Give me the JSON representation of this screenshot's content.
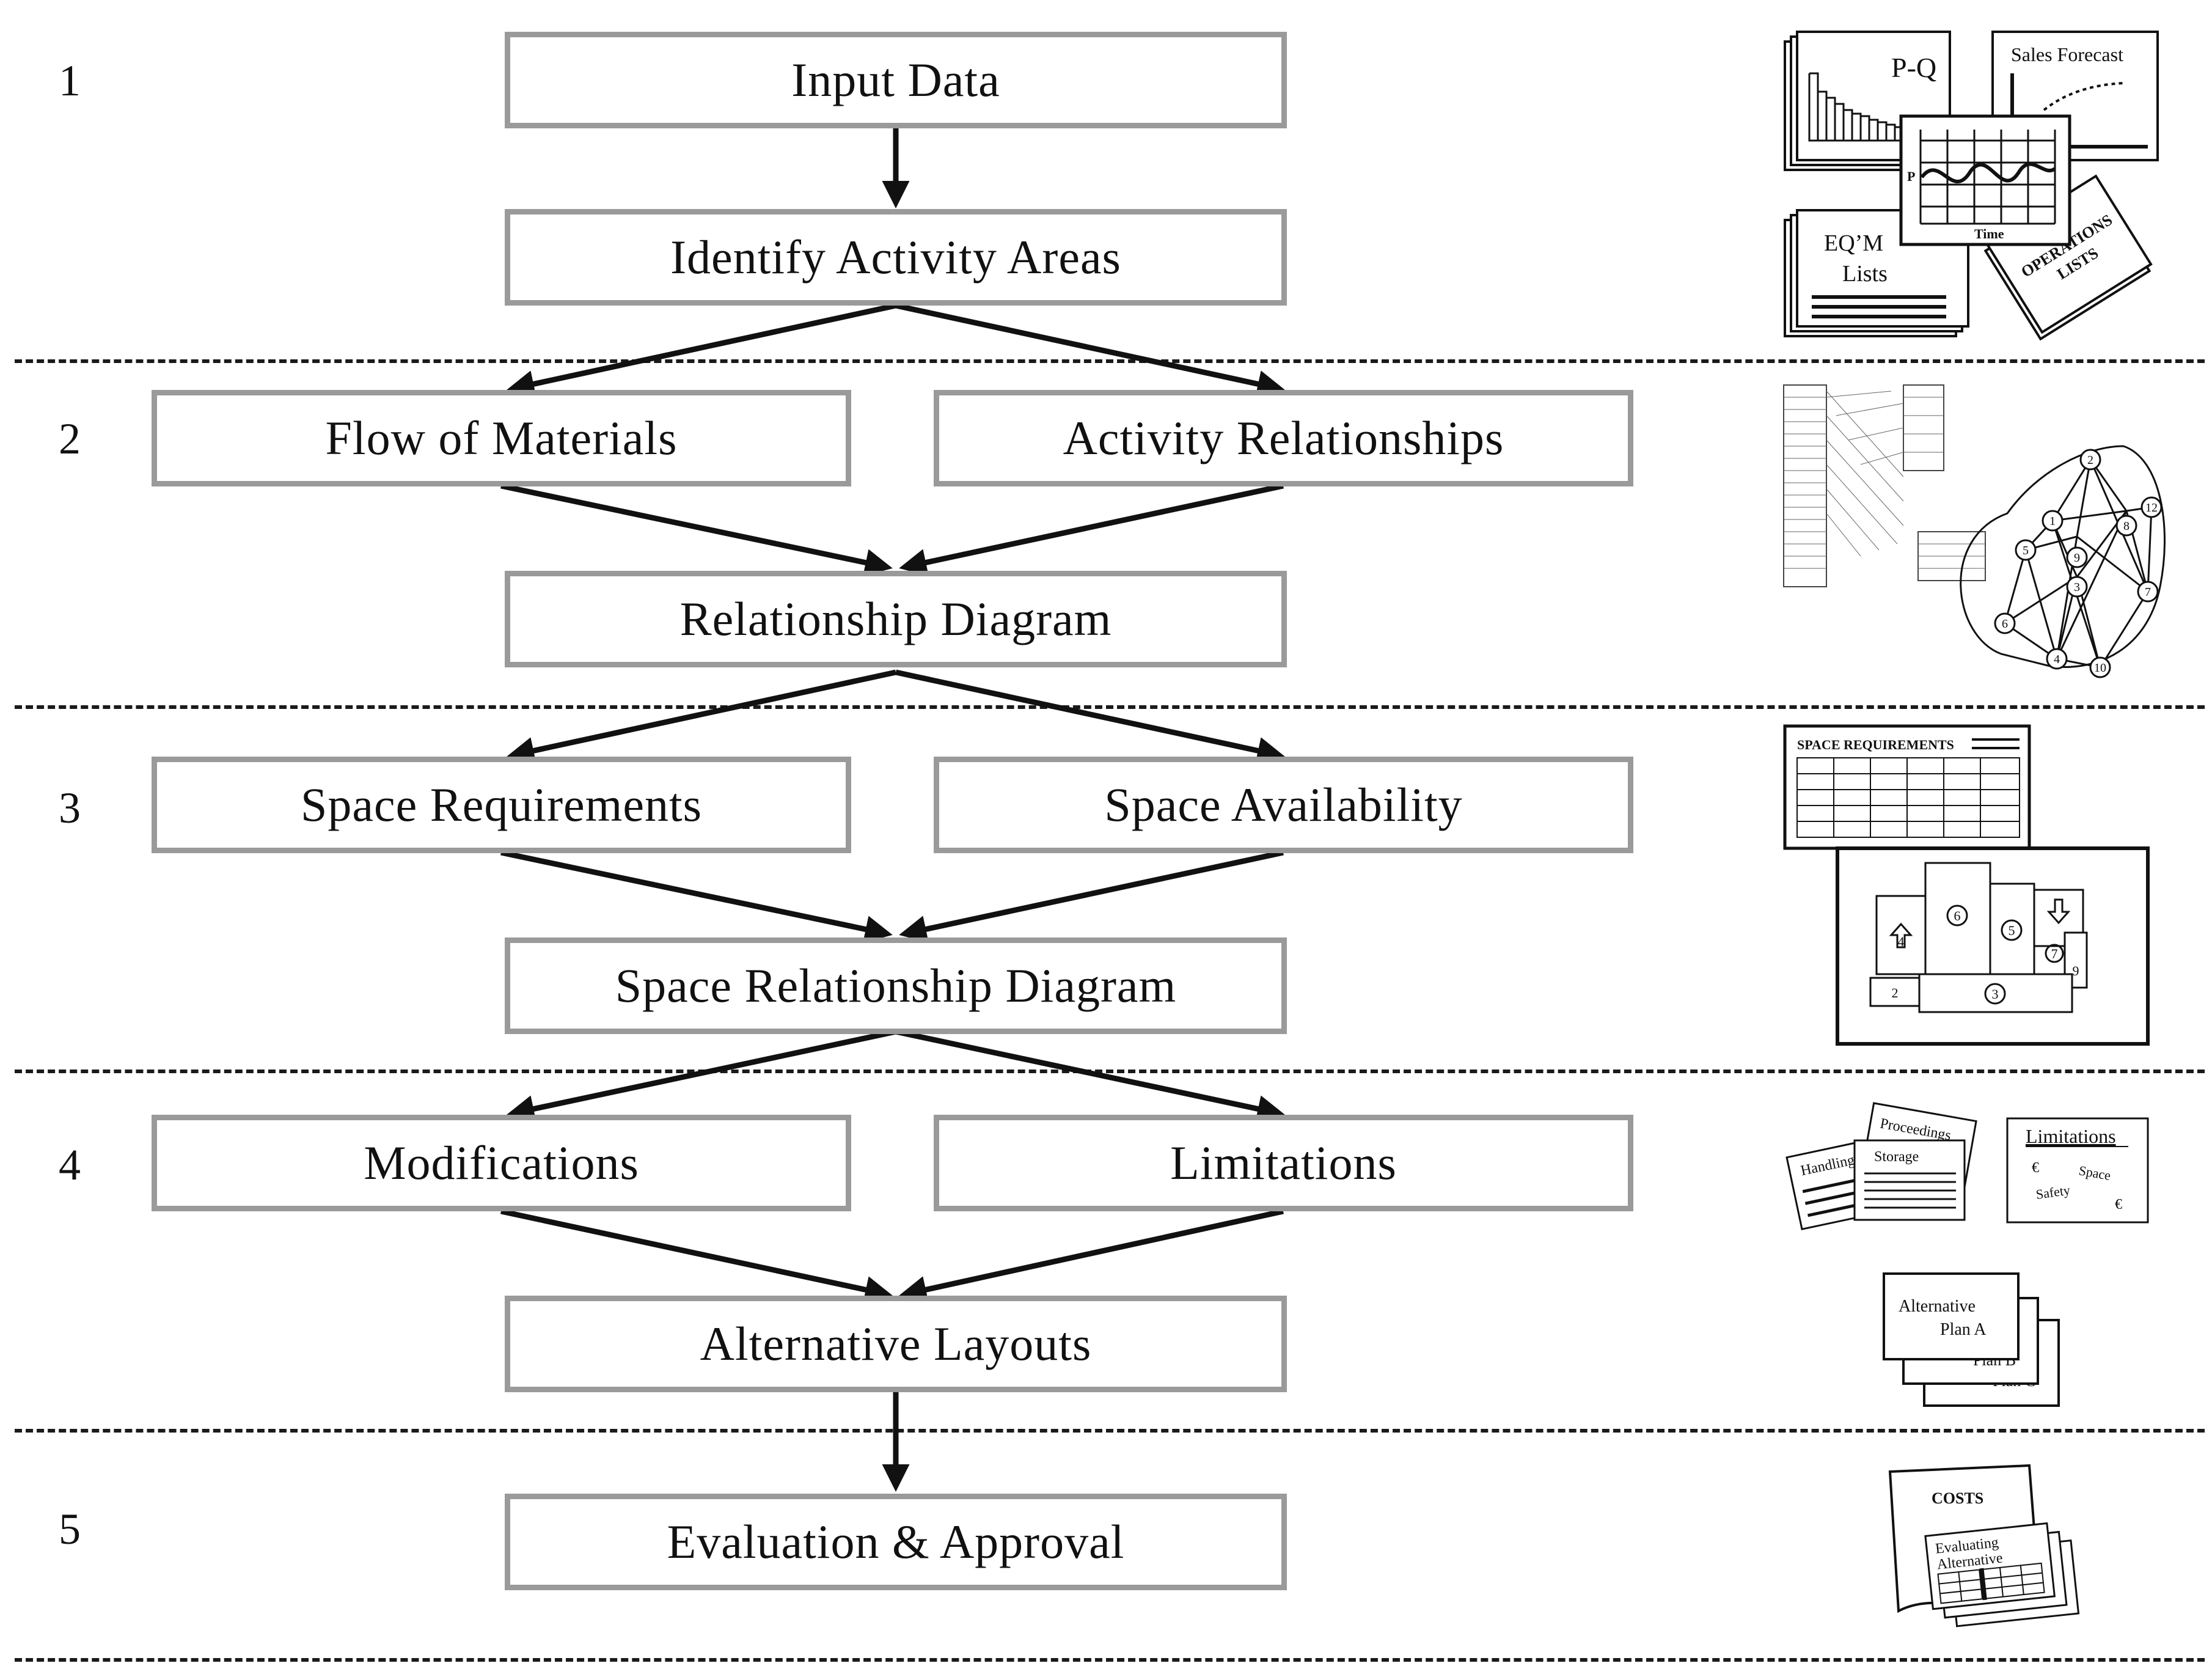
{
  "steps": [
    "1",
    "2",
    "3",
    "4",
    "5"
  ],
  "boxes": {
    "input_data": "Input Data",
    "identify_activity_areas": "Identify Activity Areas",
    "flow_of_materials": "Flow of Materials",
    "activity_relationships": "Activity Relationships",
    "relationship_diagram": "Relationship Diagram",
    "space_requirements": "Space Requirements",
    "space_availability": "Space Availability",
    "space_relationship_diagram": "Space Relationship Diagram",
    "modifications": "Modifications",
    "limitations": "Limitations",
    "alternative_layouts": "Alternative Layouts",
    "evaluation_approval": "Evaluation & Approval"
  },
  "illustrations": {
    "input": {
      "pq": "P-Q",
      "sales_forecast": "Sales Forecast",
      "p_axis": "P",
      "time_axis": "Time",
      "eqm": "EQ’M",
      "lists": "Lists",
      "operations": "OPERATIONS",
      "operations_lists": "LISTS"
    },
    "network_nodes": [
      "2",
      "12",
      "1",
      "8",
      "5",
      "9",
      "3",
      "7",
      "6",
      "4",
      "10"
    ],
    "space_requirements_title": "SPACE REQUIREMENTS",
    "floor_plan_labels": [
      "6",
      "5",
      "4",
      "7",
      "9",
      "2",
      "3"
    ],
    "handling": "Handling",
    "proceedings": "Proceedings",
    "storage": "Storage",
    "limitations_title": "Limitations",
    "limitations_space": "Space",
    "limitations_safety": "Safety",
    "limitations_euro": "€",
    "alt_title": "Alternative",
    "plan_a": "Plan A",
    "plan_b": "Plan B",
    "plan_c": "Plan C",
    "costs": "COSTS",
    "evaluating": "Evaluating",
    "alternative": "Alternative"
  }
}
